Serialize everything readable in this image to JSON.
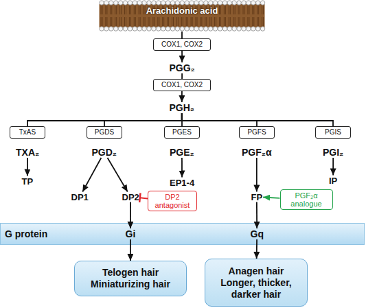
{
  "diagram": {
    "nodes": [
      {
        "text": [
          "Arachidonic acid"
        ]
      },
      {
        "text": [
          "COX1, COX2"
        ]
      },
      {
        "text": [
          "PGG₂"
        ]
      },
      {
        "text": [
          "COX1, COX2"
        ]
      },
      {
        "text": [
          "PGH₂"
        ]
      },
      {
        "text": [
          "TxAS"
        ]
      },
      {
        "text": [
          "PGDS"
        ]
      },
      {
        "text": [
          "PGES"
        ]
      },
      {
        "text": [
          "PGFS"
        ]
      },
      {
        "text": [
          "PGIS"
        ]
      },
      {
        "text": [
          "TXA₂"
        ]
      },
      {
        "text": [
          "PGD₂"
        ]
      },
      {
        "text": [
          "PGE₂"
        ]
      },
      {
        "text": [
          "PGF₂α"
        ]
      },
      {
        "text": [
          "PGI₂"
        ]
      },
      {
        "text": [
          "TP"
        ]
      },
      {
        "text": [
          "DP1"
        ]
      },
      {
        "text": [
          "DP2"
        ]
      },
      {
        "text": [
          "DP2 antagonist"
        ]
      },
      {
        "text": [
          "EP1-4"
        ]
      },
      {
        "text": [
          "FP"
        ]
      },
      {
        "text": [
          "PGF₂α analogue"
        ]
      },
      {
        "text": [
          "IP"
        ]
      },
      {
        "text": [
          "G protein"
        ]
      },
      {
        "text": [
          "Gi"
        ],
        "in": 23
      },
      {
        "text": [
          "Gq"
        ],
        "in": 23
      },
      {
        "text": [
          "Telogen hair",
          "Miniaturizing hair"
        ]
      },
      {
        "text": [
          "Anagen hair",
          "Longer, thicker, darker hair"
        ]
      }
    ],
    "edges": [
      {
        "from": 0,
        "to": 1,
        "arrow": "none"
      },
      {
        "from": 1,
        "to": 2,
        "arrow": "to"
      },
      {
        "from": 2,
        "to": 3,
        "arrow": "none"
      },
      {
        "from": 3,
        "to": 4,
        "arrow": "to"
      },
      {
        "from": 4,
        "to": 5,
        "arrow": "none"
      },
      {
        "from": 4,
        "to": 6,
        "arrow": "none"
      },
      {
        "from": 4,
        "to": 7,
        "arrow": "none"
      },
      {
        "from": 4,
        "to": 8,
        "arrow": "none"
      },
      {
        "from": 4,
        "to": 9,
        "arrow": "none"
      },
      {
        "from": 10,
        "to": 15,
        "arrow": "to"
      },
      {
        "from": 11,
        "to": 16,
        "arrow": "to"
      },
      {
        "from": 11,
        "to": 17,
        "arrow": "to"
      },
      {
        "from": 12,
        "to": 19,
        "arrow": "to"
      },
      {
        "from": 13,
        "to": 20,
        "arrow": "to"
      },
      {
        "from": 14,
        "to": 22,
        "arrow": "to"
      },
      {
        "from": 18,
        "to": 17,
        "arrow": "to"
      },
      {
        "from": 21,
        "to": 20,
        "arrow": "to"
      },
      {
        "from": 17,
        "to": 24,
        "arrow": "to"
      },
      {
        "from": 20,
        "to": 25,
        "arrow": "to"
      },
      {
        "from": 24,
        "to": 26,
        "arrow": "to"
      },
      {
        "from": 25,
        "to": 27,
        "arrow": "to"
      }
    ]
  }
}
